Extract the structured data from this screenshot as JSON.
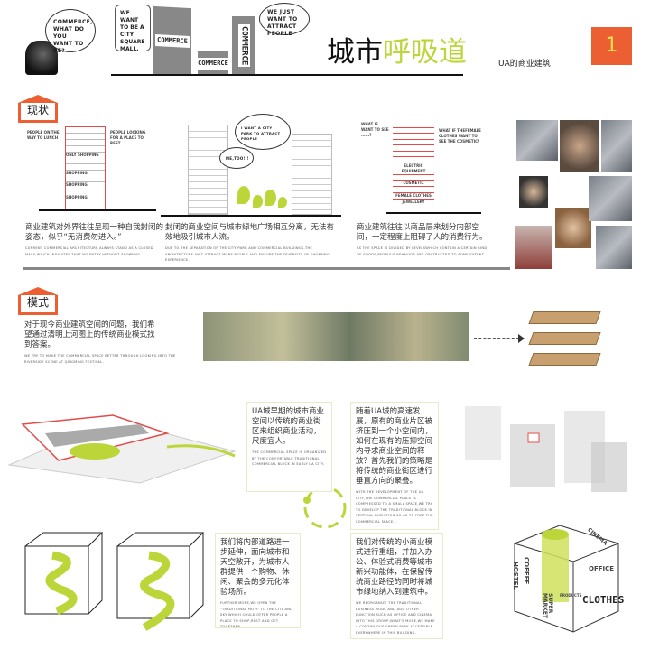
{
  "header": {
    "title_black": "城市",
    "title_green": "呼吸道",
    "subtitle": "UA的商业建筑",
    "page_number": "1",
    "bubble_1": "COMMERCE, WHAT DO YOU WANT TO BE?",
    "bubble_2": "WE WANT TO BE A CITY SQUARE MALL.",
    "bubble_3": "WE JUST WANT TO ATTRACT PEOPLE",
    "sign_text": "COMMERCE",
    "colors": {
      "accent": "#ec5f33",
      "green": "#bcd63a",
      "number": "#f5e04a"
    }
  },
  "status": {
    "badge": "现状",
    "diagram1": {
      "left_note": "PEOPLE ON THE WAY TO LUNCH",
      "right_note": "PEOPLE LOOKING FOR A PLACE TO REST",
      "labels": [
        "ONLY SHOPPING",
        "SHOPPING",
        "SHOPPING",
        "SHOPPING"
      ]
    },
    "diagram2": {
      "big_bubble": "I WANT A CITY PARK TO ATTRACT PEOPLE",
      "small_bubble": "ME,TOO!!!"
    },
    "diagram3": {
      "left_note": "WHAT IF ...... WANT TO SEE ......?",
      "right_note": "WHAT IF THEFEMALE CLOTHES WANT TO SEE THE COSMETIC?",
      "labels": [
        "ELECTRIC EQUIPMENT",
        "COSMETIC",
        "FEMALE CLOTHES",
        "JEWELLERY"
      ]
    },
    "texts": [
      {
        "cn": "商业建筑对外界往往呈现一种自我封闭的姿态，似乎“无消费勿进入。”",
        "en": "Current commercial architecture always stand as a closed mass,which indicates that no entry without shopping."
      },
      {
        "cn": "封闭的商业空间与城市绿地广场相互分离，无法有效地吸引城市人流。",
        "en": "Due to the separation of the city park and commercial buildings,the architecture an't attract more people and ensure the diversity of shopping experience."
      },
      {
        "cn": "商业建筑往往以商品层来划分内部空间，一定程度上阻碍了人的消费行为。",
        "en": "As the space is divided by levelswhich contain a certain kind of goods,people's behavior are obstructed to some extent."
      }
    ]
  },
  "mode": {
    "badge": "模式",
    "cn": "对于现今商业建筑空间的问题，我们希望通过清明上河图上的传统商业模式找到答案。",
    "en": "We try to make the commercial space better through looking into the riverside scene at Qingming Festival."
  },
  "strategy": {
    "boxes": [
      {
        "cn": "UA城早期的城市商业空间以传统的商业街区来组织商业活动，尺度宜人。",
        "en": "The commercial space is organized by the comfortable traditional commercial block in early UA city."
      },
      {
        "cn": "随着UA城的高速发展，原有的商业片区被挤压到一个小空间内，如何在现有的压抑空间内寻求商业空间的释放？首先我们的策略是将传统的商业街区进行垂直方向的聚叠。",
        "en": "With the development of the UA city,the commercial place is compressed to a small space,we try to develop the traditional block in vertical direction so as to free the commercial space."
      },
      {
        "cn": "我们将内部道路进一步延伸，面向城市和天空敞开，为城市人群提供一个购物、休闲、聚会的多元化体验场所。",
        "en": "Further more,we open the \"traditional path\" to the city and sky which could offer people a place to shop,rest and get together."
      },
      {
        "cn": "我们对传统的小商业模式进行重组，并加入办公、体验式消费等城市新兴功能体，在保留传统商业路径的同时将城市绿地纳入到建筑中。",
        "en": "We reorganize the traditional business mode and add other function such as office and cinema into this group,what's more,we make a continuous green park accessible everywhere in this building."
      }
    ],
    "cube_labels": [
      "HOSTEL",
      "COFFEE",
      "CINEMA",
      "OFFICE",
      "SUPER MARKET",
      "CLOTHES",
      "PRODUCTS"
    ]
  }
}
